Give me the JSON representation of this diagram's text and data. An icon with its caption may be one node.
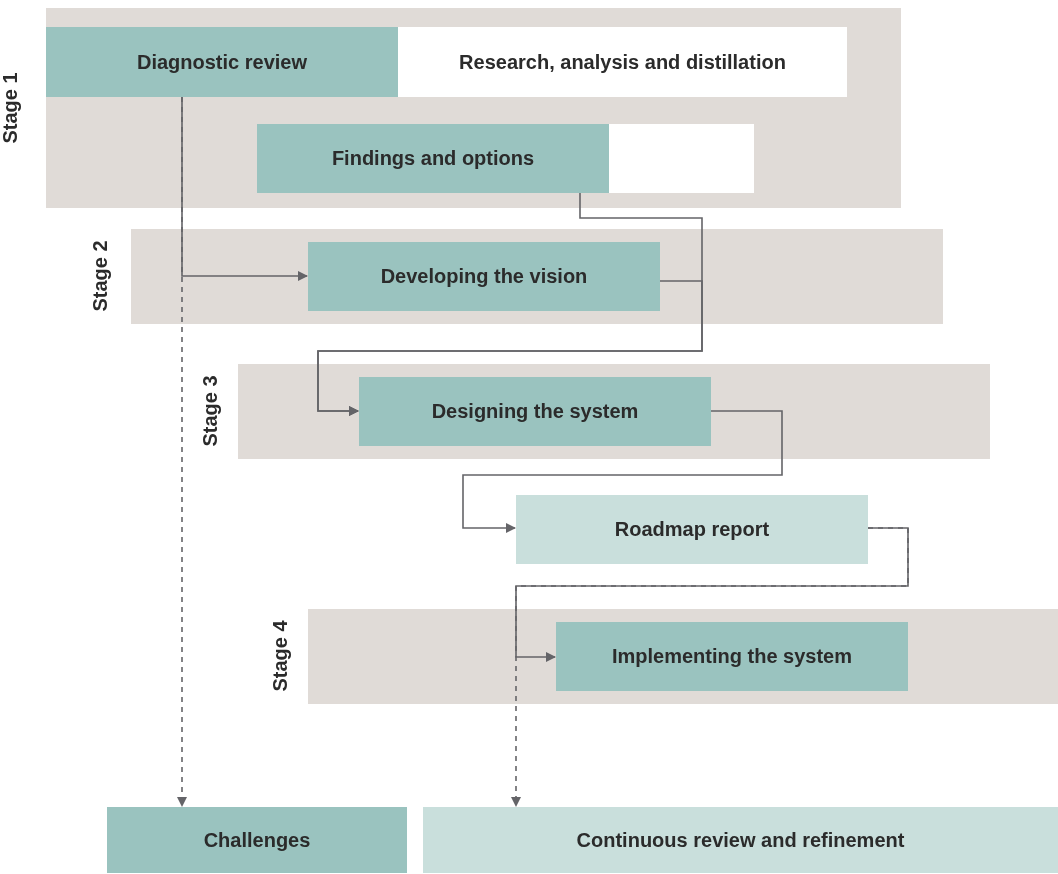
{
  "diagram": {
    "nodes": [
      {
        "text": [
          "Stage 1"
        ]
      },
      {
        "text": [
          "Diagnostic review"
        ],
        "in": 0
      },
      {
        "text": [
          "Research, analysis and distillation"
        ],
        "in": 0
      },
      {
        "text": [
          "Findings and options"
        ],
        "in": 0
      },
      {
        "text": [],
        "shape": "box",
        "in": 0
      },
      {
        "text": [
          "Stage 2"
        ]
      },
      {
        "text": [
          "Developing the vision"
        ],
        "in": 5
      },
      {
        "text": [
          "Stage 3"
        ]
      },
      {
        "text": [
          "Designing the system"
        ],
        "in": 7
      },
      {
        "text": [
          "Roadmap report"
        ]
      },
      {
        "text": [
          "Stage 4"
        ]
      },
      {
        "text": [
          "Implementing the system"
        ],
        "in": 10
      },
      {
        "text": [
          "Challenges"
        ]
      },
      {
        "text": [
          "Continuous review and refinement"
        ]
      }
    ],
    "edges": [
      {
        "from": 1,
        "to": 12,
        "arrow": "to",
        "style": "dashed"
      },
      {
        "from": 9,
        "to": 13,
        "arrow": "to",
        "style": "dashed"
      },
      {
        "from": 1,
        "to": 6,
        "arrow": "to"
      },
      {
        "from": 3,
        "to": 8,
        "arrow": "to"
      },
      {
        "from": 6,
        "to": 8,
        "arrow": "to"
      },
      {
        "from": 8,
        "to": 9,
        "arrow": "to"
      },
      {
        "from": 9,
        "to": 11,
        "arrow": "to"
      }
    ]
  }
}
